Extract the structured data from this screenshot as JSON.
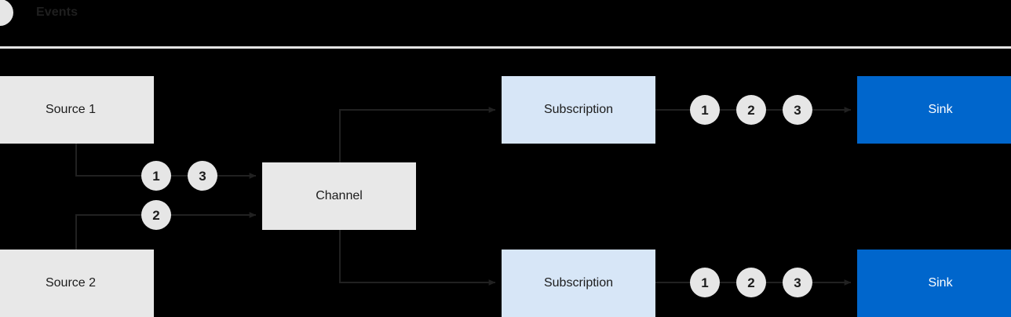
{
  "legend": {
    "dot_icon": "event-dot-icon",
    "label": "Events",
    "dot_color": "#e6e6e6"
  },
  "colors": {
    "background": "#000000",
    "source_box": "#e8e8e8",
    "channel_box": "#e8e8e8",
    "subscription_box": "#d7e6f7",
    "sink_box": "#0066cc",
    "sink_text": "#ffffff",
    "token": "#e6e6e6",
    "wire": "#212121",
    "divider": "#e3e3e3"
  },
  "diagram": {
    "type": "flow",
    "sources": [
      {
        "id": "source-1",
        "label": "Source 1"
      },
      {
        "id": "source-2",
        "label": "Source 2"
      }
    ],
    "channel": {
      "id": "channel",
      "label": "Channel"
    },
    "subscriptions": [
      {
        "id": "subscription-top",
        "label": "Subscription"
      },
      {
        "id": "subscription-bottom",
        "label": "Subscription"
      }
    ],
    "sinks": [
      {
        "id": "sink-top",
        "label": "Sink"
      },
      {
        "id": "sink-bottom",
        "label": "Sink"
      }
    ],
    "source_tokens": {
      "upper_row": [
        "1",
        "3"
      ],
      "lower_row": [
        "2"
      ]
    },
    "sink_tokens": {
      "top": [
        "1",
        "2",
        "3"
      ],
      "bottom": [
        "1",
        "2",
        "3"
      ]
    }
  }
}
